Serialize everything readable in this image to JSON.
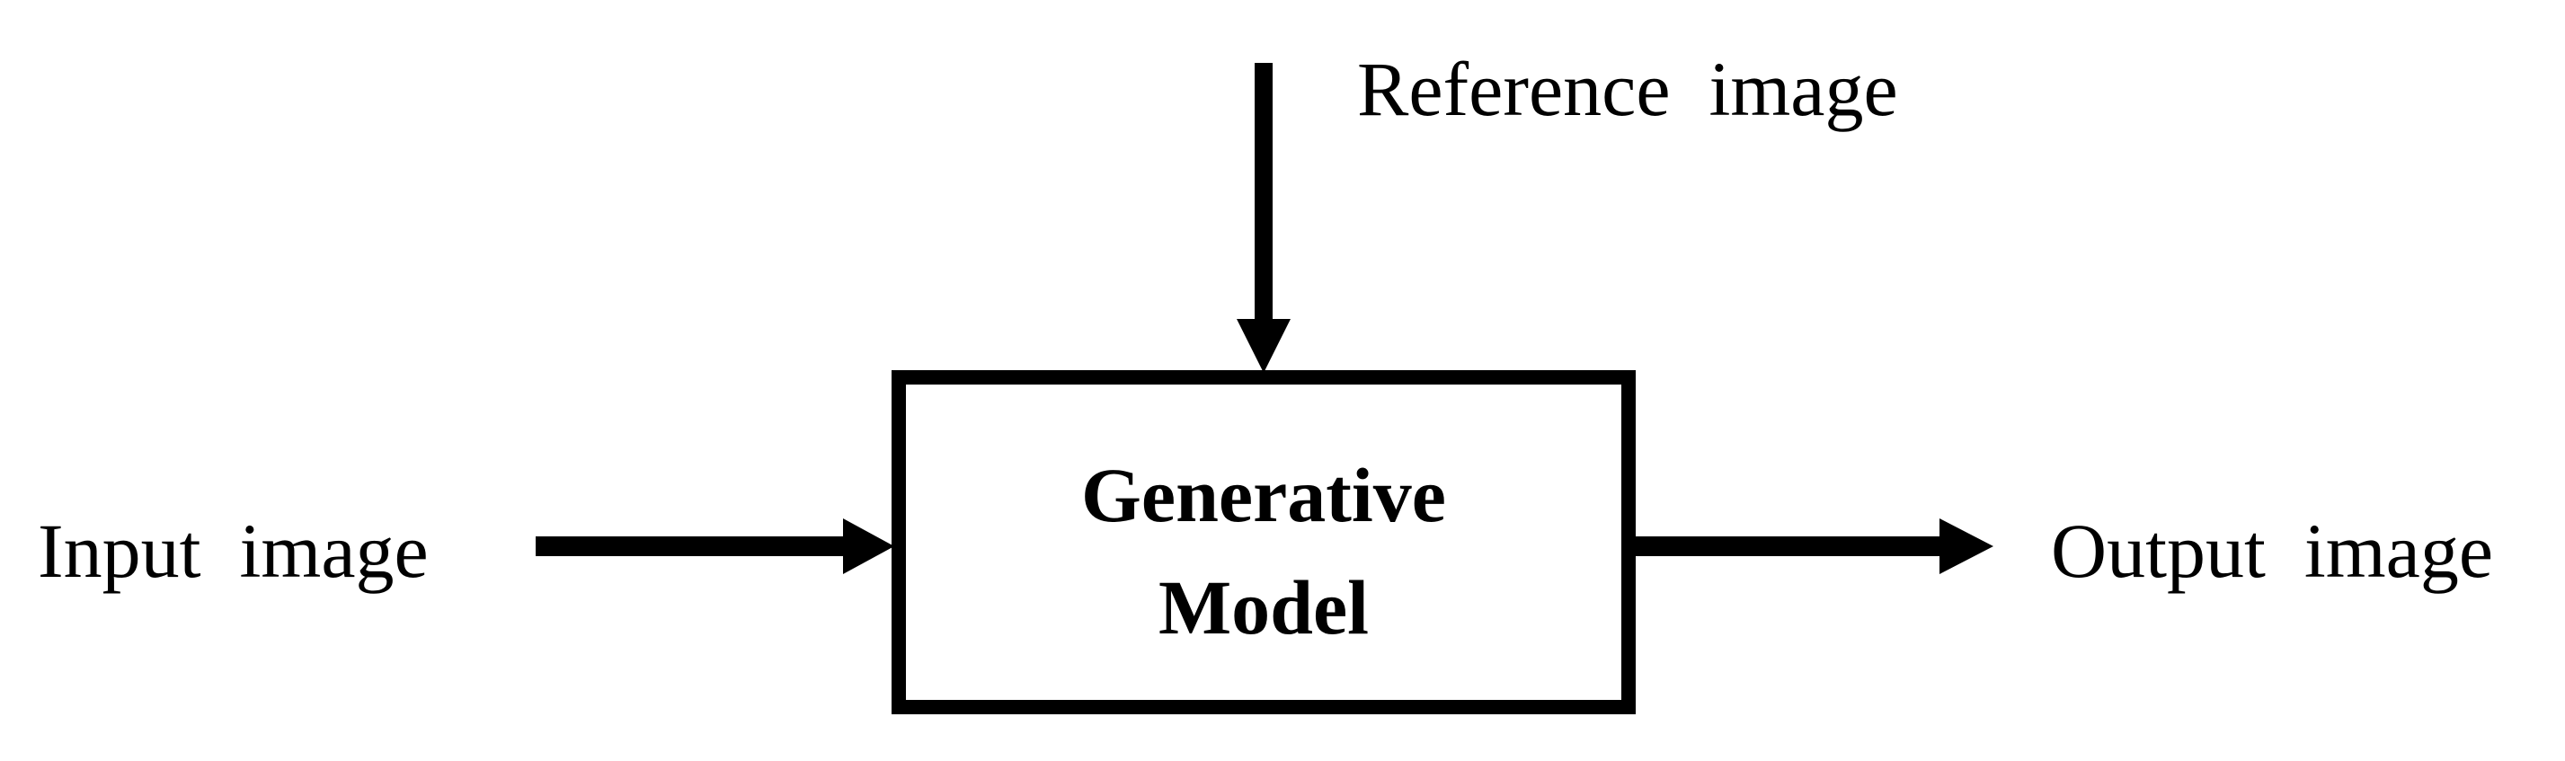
{
  "diagram": {
    "box": {
      "line1": "Generative",
      "line2": "Model"
    },
    "inputs": {
      "reference": "Reference  image",
      "input": "Input  image"
    },
    "outputs": {
      "output": "Output  image"
    },
    "colors": {
      "stroke": "#000000",
      "background": "#ffffff"
    }
  }
}
